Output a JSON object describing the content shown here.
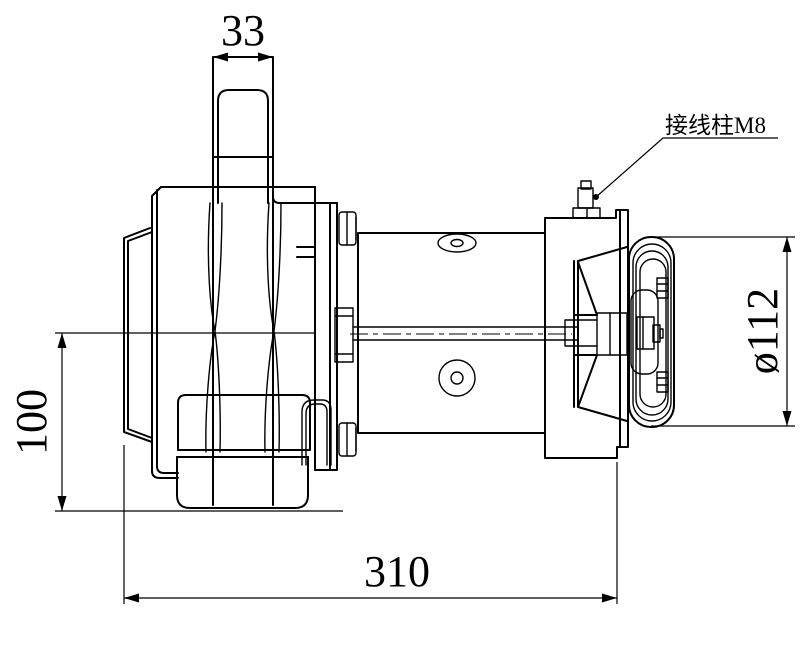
{
  "drawing": {
    "type": "engineering-drawing",
    "subject": "electric winch motor assembly, side elevation view",
    "background": "#ffffff",
    "line_color": "#000000",
    "dimensions": {
      "handle_width": "33",
      "drum_diameter": "100",
      "overall_length": "310",
      "end_cap_diameter": "ø112"
    },
    "callouts": {
      "terminal_post": "接线柱M8"
    }
  }
}
